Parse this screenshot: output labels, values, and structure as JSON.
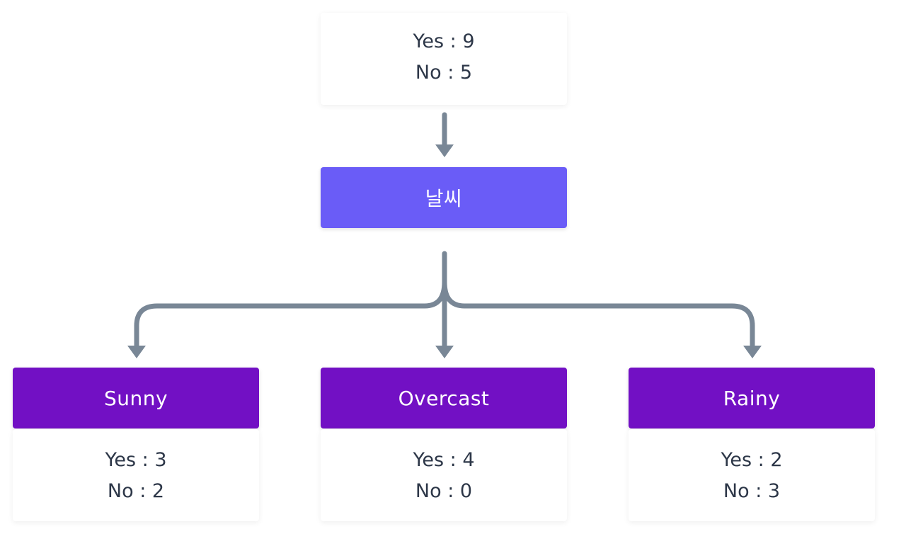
{
  "root": {
    "counts": {
      "yes": "Yes : 9",
      "no": "No : 5"
    },
    "label": "날씨"
  },
  "branches": [
    {
      "label": "Sunny",
      "counts": {
        "yes": "Yes : 3",
        "no": "No : 2"
      }
    },
    {
      "label": "Overcast",
      "counts": {
        "yes": "Yes : 4",
        "no": "No : 0"
      }
    },
    {
      "label": "Rainy",
      "counts": {
        "yes": "Yes : 2",
        "no": "No : 3"
      }
    }
  ],
  "colors": {
    "root_node": "#6a5cf7",
    "branch_node": "#7210c4",
    "connector": "#798796",
    "text": "#2d3748"
  }
}
